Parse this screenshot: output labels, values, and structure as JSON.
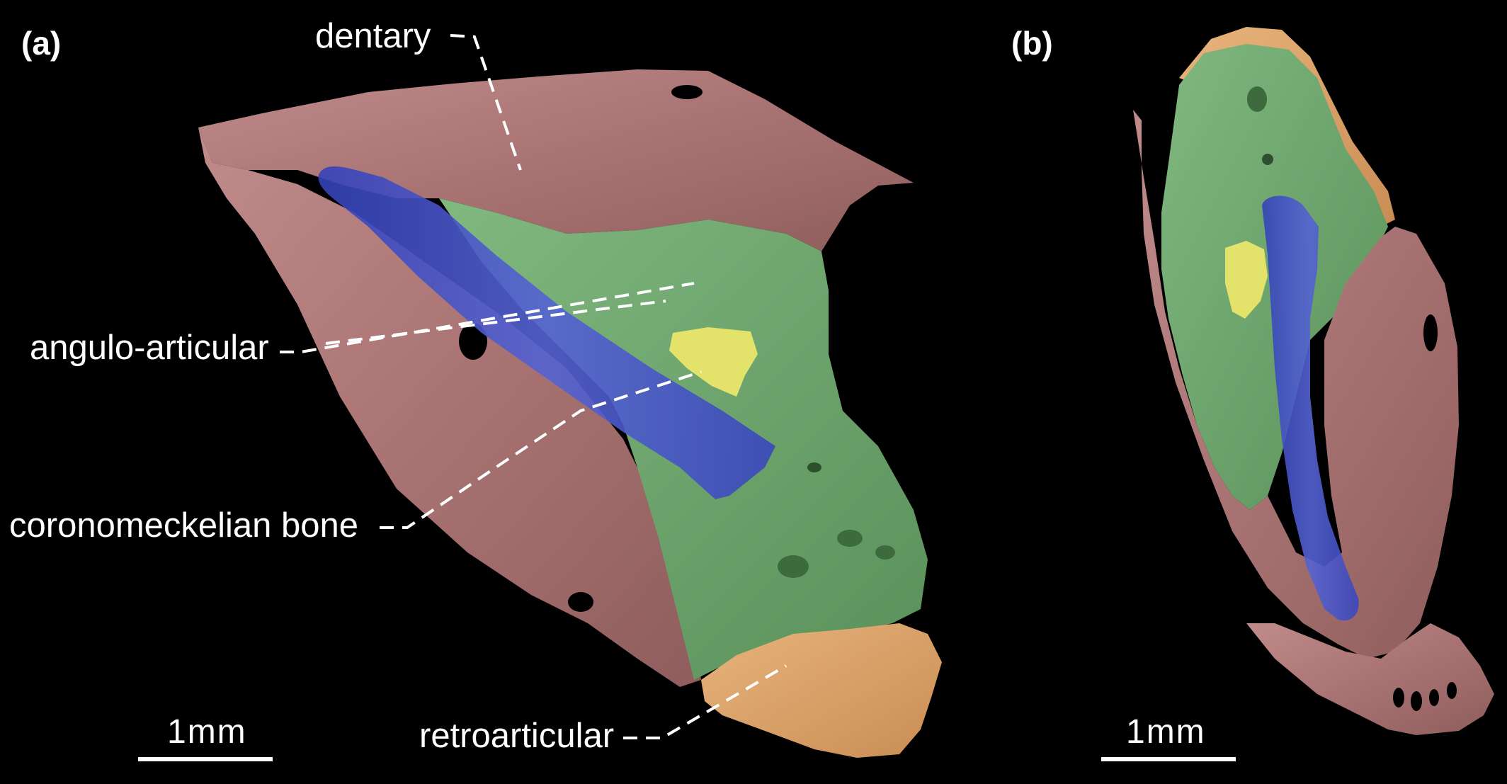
{
  "figure": {
    "panel_a": {
      "label": "(a)",
      "scale_text": "1mm"
    },
    "panel_b": {
      "label": "(b)",
      "scale_text": "1mm"
    },
    "callouts": {
      "dentary": "dentary",
      "angulo_articular": "angulo-articular",
      "coronomeckelian": "coronomeckelian bone",
      "retroarticular": "retroarticular"
    }
  },
  "colors": {
    "background": "#000000",
    "dentary": "#b07a7a",
    "angulo_articular": "#6fa86f",
    "coronomeckelian": "#4a58c8",
    "coronoid_foramen_piece": "#e2e26a",
    "retroarticular": "#dca46b",
    "labels": "#ffffff"
  }
}
